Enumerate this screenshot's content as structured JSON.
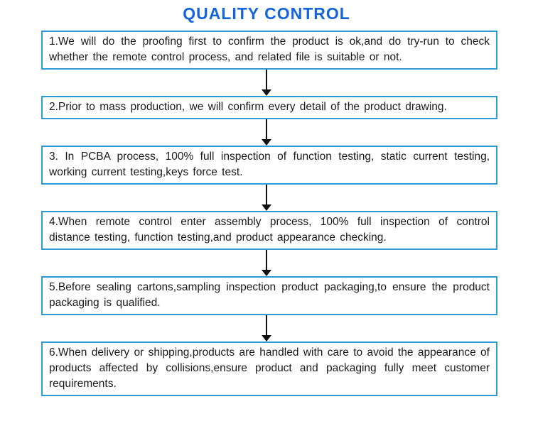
{
  "title": "QUALITY CONTROL",
  "colors": {
    "title_text": "#1565d8",
    "box_border": "#2e9bd6",
    "body_text": "#1a1a1a",
    "arrow": "#111111"
  },
  "steps": [
    {
      "text": "1.We will do the proofing first to confirm the product is ok,and do try-run to check whether the remote control process, and related file is suitable or not."
    },
    {
      "text": "2.Prior to mass production, we will confirm every detail of the product drawing."
    },
    {
      "text": "3. In PCBA process, 100% full inspection of function testing, static current testing, working current testing,keys force test."
    },
    {
      "text": "4.When remote control enter assembly process, 100% full inspection of control distance testing, function testing,and product appearance checking."
    },
    {
      "text": "5.Before sealing cartons,sampling inspection product packaging,to ensure the product packaging is qualified."
    },
    {
      "text": "6.When delivery or shipping,products are handled with care to avoid the appearance of products affected by collisions,ensure product and packaging fully meet customer requirements."
    }
  ]
}
